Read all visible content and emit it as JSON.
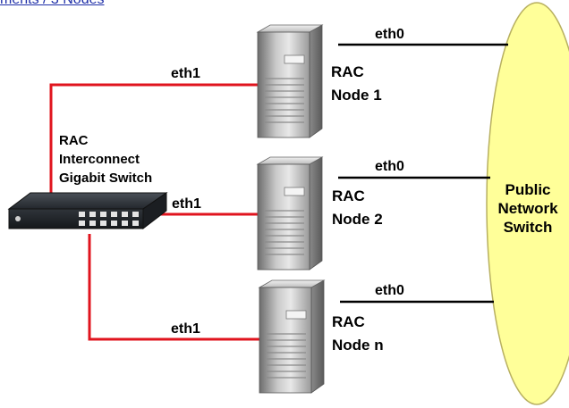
{
  "top_link": {
    "text": "ments / 3 Nodes"
  },
  "interconnect_switch": {
    "lines": [
      "RAC",
      "Interconnect",
      "Gigabit Switch"
    ]
  },
  "public_switch": {
    "lines": [
      "Public",
      "Network",
      "Switch"
    ]
  },
  "nodes": [
    {
      "line1": "RAC",
      "line2": "Node 1",
      "public_iface": "eth0",
      "private_iface": "eth1"
    },
    {
      "line1": "RAC",
      "line2": "Node 2",
      "public_iface": "eth0",
      "private_iface": "eth1"
    },
    {
      "line1": "RAC",
      "line2": "Node n",
      "public_iface": "eth0",
      "private_iface": "eth1"
    }
  ],
  "colors": {
    "interconnect_link": "#e0141e",
    "public_link": "#000000",
    "public_switch_fill": "#ffff99",
    "public_switch_stroke": "#b8b060",
    "top_link": "#1f2fa8"
  }
}
